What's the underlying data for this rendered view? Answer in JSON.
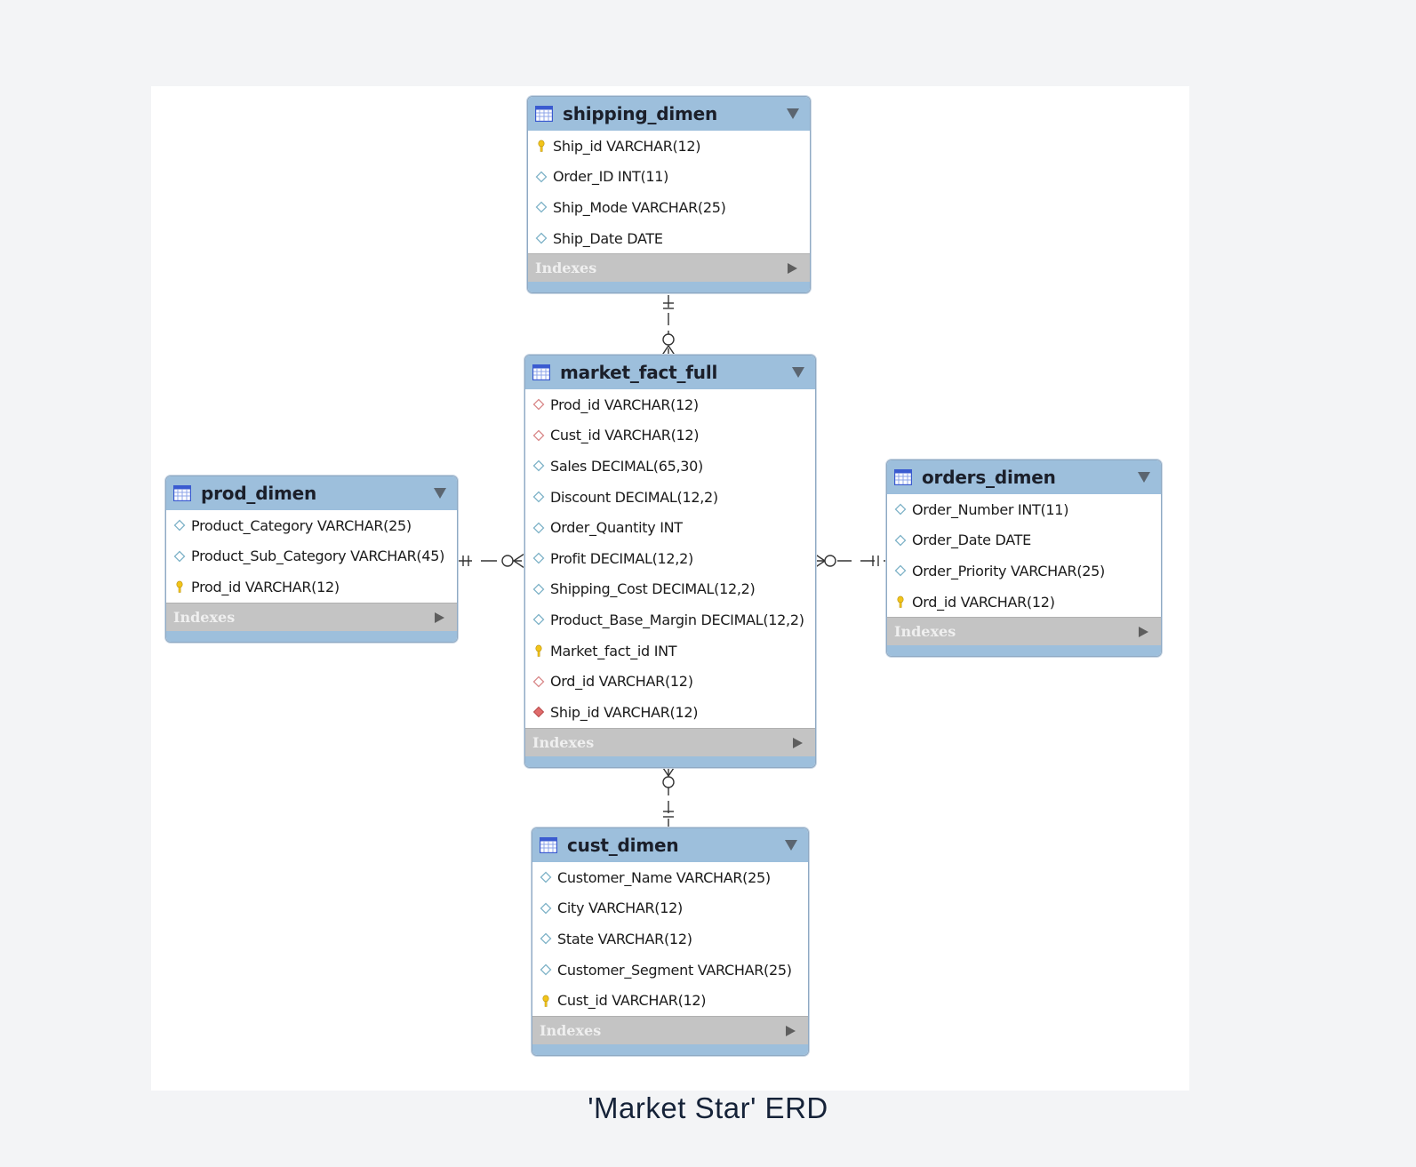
{
  "caption": "'Market Star' ERD",
  "colors": {
    "header": "#9dbfdc",
    "indexes_bar": "#c4c4c4",
    "page_background": "#f3f4f6",
    "primary_key_icon": "#f2c41a",
    "attribute_icon": "#7fb3c8",
    "foreign_key_icon": "#d9898a"
  },
  "tables": {
    "shipping_dimen": {
      "name": "shipping_dimen",
      "columns": [
        {
          "text": "Ship_id VARCHAR(12)",
          "icon": "primary-key-icon"
        },
        {
          "text": "Order_ID INT(11)",
          "icon": "attribute-icon"
        },
        {
          "text": "Ship_Mode VARCHAR(25)",
          "icon": "attribute-icon"
        },
        {
          "text": "Ship_Date DATE",
          "icon": "attribute-icon"
        }
      ],
      "indexes_label": "Indexes"
    },
    "market_fact_full": {
      "name": "market_fact_full",
      "columns": [
        {
          "text": "Prod_id VARCHAR(12)",
          "icon": "foreign-key-icon"
        },
        {
          "text": "Cust_id VARCHAR(12)",
          "icon": "foreign-key-icon"
        },
        {
          "text": "Sales DECIMAL(65,30)",
          "icon": "attribute-icon"
        },
        {
          "text": "Discount DECIMAL(12,2)",
          "icon": "attribute-icon"
        },
        {
          "text": "Order_Quantity INT",
          "icon": "attribute-icon"
        },
        {
          "text": "Profit DECIMAL(12,2)",
          "icon": "attribute-icon"
        },
        {
          "text": "Shipping_Cost DECIMAL(12,2)",
          "icon": "attribute-icon"
        },
        {
          "text": "Product_Base_Margin DECIMAL(12,2)",
          "icon": "attribute-icon"
        },
        {
          "text": "Market_fact_id INT",
          "icon": "primary-key-icon"
        },
        {
          "text": "Ord_id VARCHAR(12)",
          "icon": "foreign-key-icon"
        },
        {
          "text": "Ship_id VARCHAR(12)",
          "icon": "foreign-key-filled-icon"
        }
      ],
      "indexes_label": "Indexes"
    },
    "prod_dimen": {
      "name": "prod_dimen",
      "columns": [
        {
          "text": "Product_Category VARCHAR(25)",
          "icon": "attribute-icon"
        },
        {
          "text": "Product_Sub_Category VARCHAR(45)",
          "icon": "attribute-icon"
        },
        {
          "text": "Prod_id VARCHAR(12)",
          "icon": "primary-key-icon"
        }
      ],
      "indexes_label": "Indexes"
    },
    "orders_dimen": {
      "name": "orders_dimen",
      "columns": [
        {
          "text": "Order_Number INT(11)",
          "icon": "attribute-icon"
        },
        {
          "text": "Order_Date DATE",
          "icon": "attribute-icon"
        },
        {
          "text": "Order_Priority VARCHAR(25)",
          "icon": "attribute-icon"
        },
        {
          "text": "Ord_id VARCHAR(12)",
          "icon": "primary-key-icon"
        }
      ],
      "indexes_label": "Indexes"
    },
    "cust_dimen": {
      "name": "cust_dimen",
      "columns": [
        {
          "text": "Customer_Name VARCHAR(25)",
          "icon": "attribute-icon"
        },
        {
          "text": "City VARCHAR(12)",
          "icon": "attribute-icon"
        },
        {
          "text": "State VARCHAR(12)",
          "icon": "attribute-icon"
        },
        {
          "text": "Customer_Segment VARCHAR(25)",
          "icon": "attribute-icon"
        },
        {
          "text": "Cust_id VARCHAR(12)",
          "icon": "primary-key-icon"
        }
      ],
      "indexes_label": "Indexes"
    }
  },
  "relationships": [
    {
      "from": "shipping_dimen",
      "to": "market_fact_full",
      "from_cardinality": "one-and-only-one",
      "to_cardinality": "zero-or-many"
    },
    {
      "from": "prod_dimen",
      "to": "market_fact_full",
      "from_cardinality": "one-and-only-one",
      "to_cardinality": "zero-or-many"
    },
    {
      "from": "orders_dimen",
      "to": "market_fact_full",
      "from_cardinality": "one-and-only-one",
      "to_cardinality": "zero-or-many"
    },
    {
      "from": "cust_dimen",
      "to": "market_fact_full",
      "from_cardinality": "one-and-only-one",
      "to_cardinality": "zero-or-many"
    }
  ]
}
